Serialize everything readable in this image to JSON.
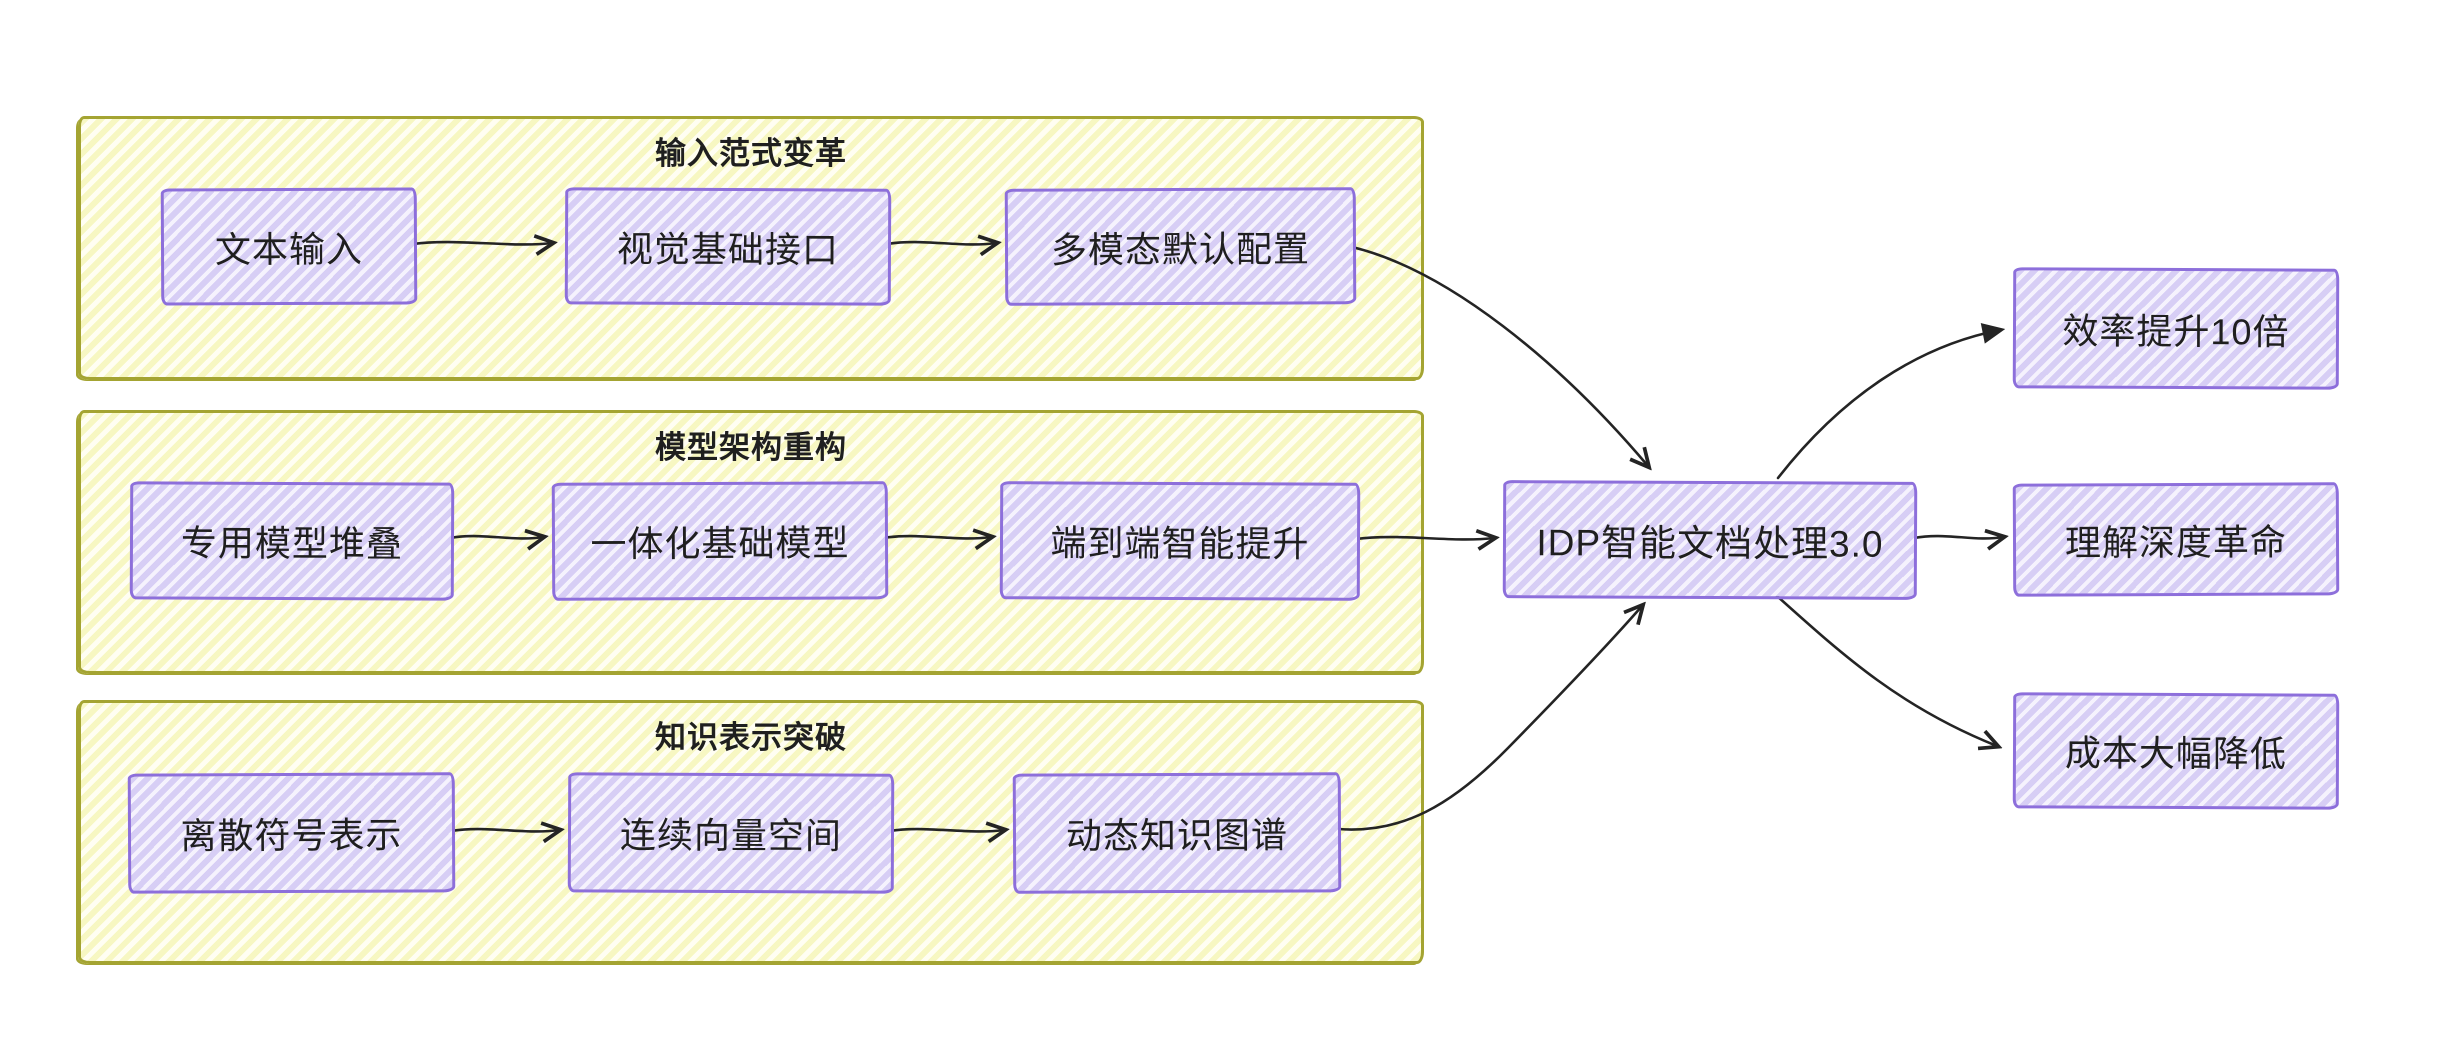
{
  "colors": {
    "group_border": "#a4a432",
    "group_stripe": "#f7f7c2",
    "group_base": "#fffef2",
    "node_border": "#8d6fdb",
    "node_stripe": "#d7cef5",
    "node_base": "#f5f2fd",
    "arrow": "#242424",
    "text": "#1f1f1f",
    "canvas_bg": "#ffffff"
  },
  "groups": [
    {
      "title": "输入范式变革",
      "nodes": [
        {
          "label": "文本输入"
        },
        {
          "label": "视觉基础接口"
        },
        {
          "label": "多模态默认配置"
        }
      ]
    },
    {
      "title": "模型架构重构",
      "nodes": [
        {
          "label": "专用模型堆叠"
        },
        {
          "label": "一体化基础模型"
        },
        {
          "label": "端到端智能提升"
        }
      ]
    },
    {
      "title": "知识表示突破",
      "nodes": [
        {
          "label": "离散符号表示"
        },
        {
          "label": "连续向量空间"
        },
        {
          "label": "动态知识图谱"
        }
      ]
    }
  ],
  "center": {
    "label": "IDP智能文档处理3.0"
  },
  "outcomes": [
    {
      "label": "效率提升10倍"
    },
    {
      "label": "理解深度革命"
    },
    {
      "label": "成本大幅降低"
    }
  ]
}
